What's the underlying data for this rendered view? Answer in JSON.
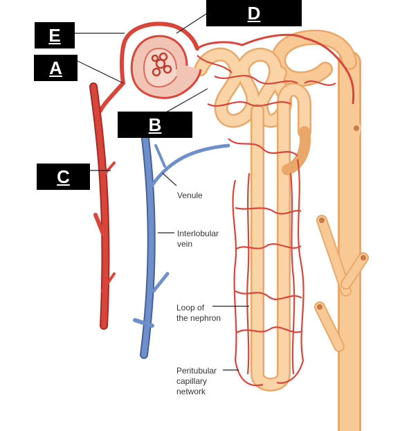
{
  "colors": {
    "artery": "#d8453a",
    "artery_dark": "#a82a22",
    "vein": "#6f8fcb",
    "vein_dark": "#45609a",
    "tubule": "#f6c38c",
    "tubule_edge": "#e9a86a",
    "capillary": "#d8453a",
    "capsule": "#f0b6a6"
  },
  "letter_labels": {
    "e": "E",
    "a": "A",
    "d": "D",
    "b": "B",
    "c": "C"
  },
  "callouts": {
    "venule": "Venule",
    "interlobular_vein": "Interlobular\nvein",
    "loop_of_nephron": "Loop of\nthe nephron",
    "peritubular_network": "Peritubular\ncapillary\nnetwork",
    "clipped_fragment": "e"
  }
}
